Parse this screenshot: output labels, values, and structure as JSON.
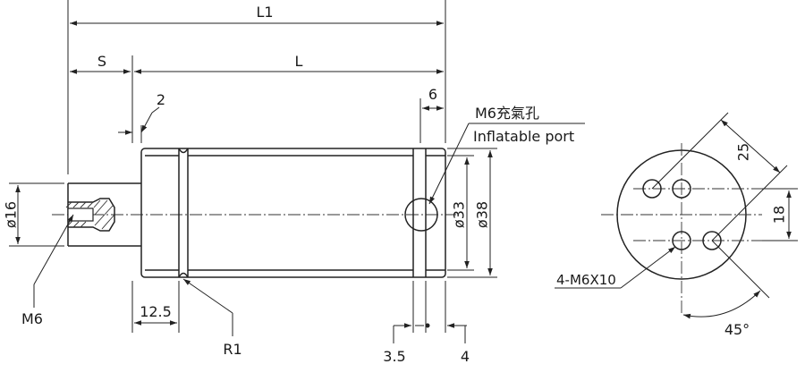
{
  "labels": {
    "l1": "L1",
    "s": "S",
    "l": "L",
    "two": "2",
    "six": "6",
    "port_title": "M6充氣孔",
    "port_subtitle": "Inflatable port",
    "d16": "ø16",
    "d33": "ø33",
    "d38": "ø38",
    "m6": "M6",
    "dim_12_5": "12.5",
    "r1": "R1",
    "dim_3_5": "3.5",
    "dim_4": "4",
    "dim_25": "25",
    "dim_18": "18",
    "holes": "4-M6X10",
    "angle": "45°"
  },
  "colors": {
    "line": "#222222",
    "text": "#1a1a1a",
    "background": "#ffffff"
  }
}
